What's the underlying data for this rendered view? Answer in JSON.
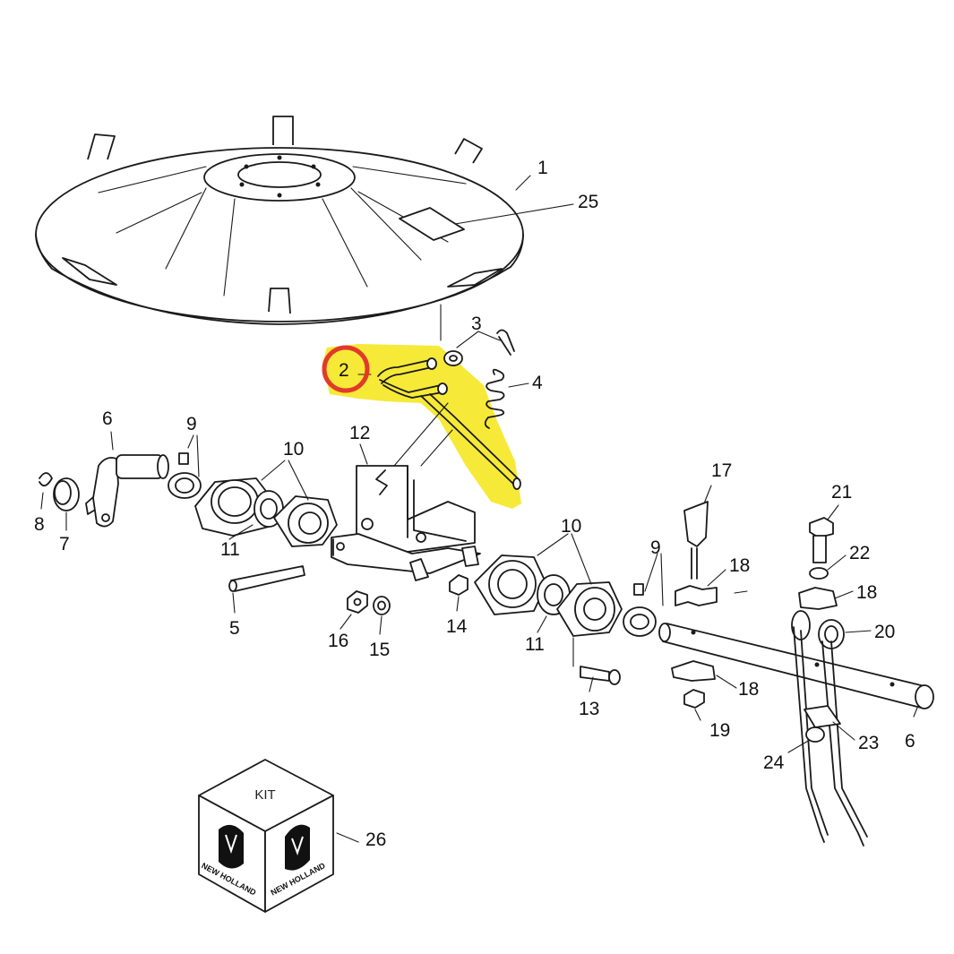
{
  "diagram": {
    "callouts": {
      "c1": "1",
      "c2": "2",
      "c3": "3",
      "c4": "4",
      "c5": "5",
      "c6a": "6",
      "c6b": "6",
      "c7": "7",
      "c8": "8",
      "c9a": "9",
      "c9b": "9",
      "c10a": "10",
      "c10b": "10",
      "c11a": "11",
      "c11b": "11",
      "c12": "12",
      "c13": "13",
      "c14": "14",
      "c15": "15",
      "c16": "16",
      "c17": "17",
      "c18a": "18",
      "c18b": "18",
      "c18c": "18",
      "c19": "19",
      "c20": "20",
      "c21": "21",
      "c22": "22",
      "c23": "23",
      "c24": "24",
      "c25": "25",
      "c26": "26"
    },
    "kit_label": "KIT",
    "brand_left": "NEW HOLLAND",
    "brand_right": "NEW HOLLAND",
    "highlight_color": "#f5e61c",
    "circle_color": "#e23a2a"
  }
}
